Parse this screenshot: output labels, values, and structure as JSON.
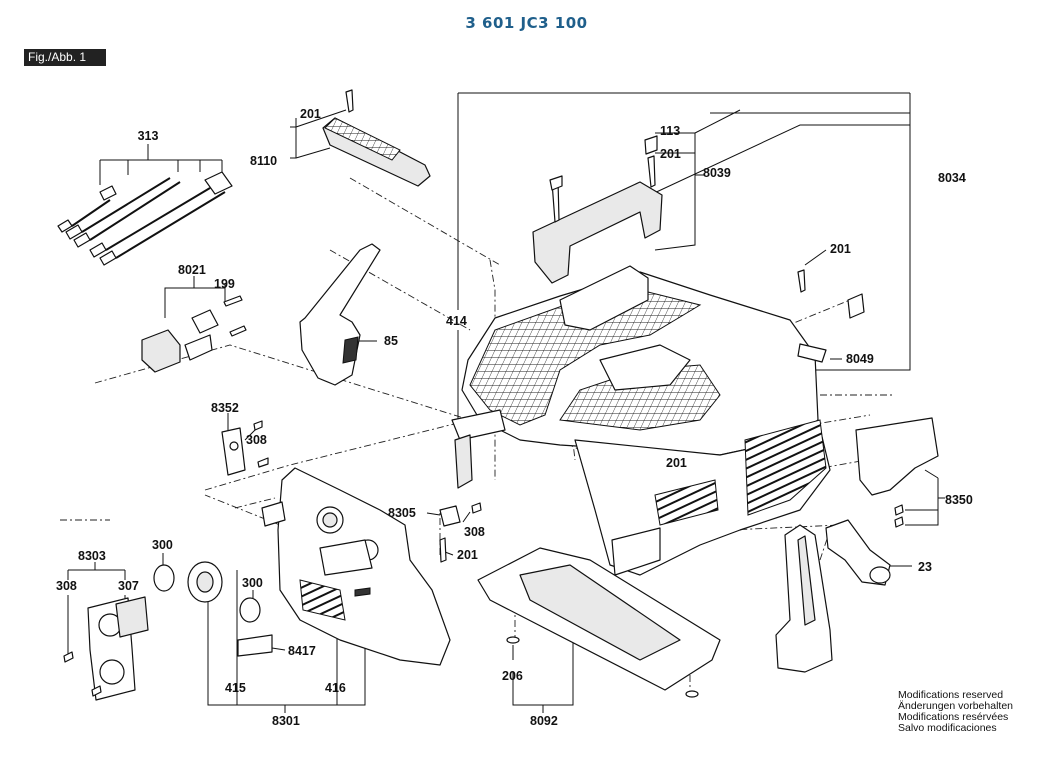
{
  "header": {
    "title": "3 601 JC3 100",
    "title_color": "#1f5f8b",
    "figure_label": "Fig./Abb. 1"
  },
  "callouts": {
    "c313": "313",
    "c201a": "201",
    "c8110": "8110",
    "c8021": "8021",
    "c199": "199",
    "c85": "85",
    "c414": "414",
    "c113": "113",
    "c201b": "201",
    "c8039": "8039",
    "c8034": "8034",
    "c201c": "201",
    "c8049": "8049",
    "c8352": "8352",
    "c308a": "308",
    "c201d": "201",
    "c8350": "8350",
    "c8305": "8305",
    "c308b": "308",
    "c201e": "201",
    "c23": "23",
    "c8303": "8303",
    "c308c": "308",
    "c307": "307",
    "c300a": "300",
    "c300b": "300",
    "c8417": "8417",
    "c415": "415",
    "c416": "416",
    "c8301": "8301",
    "c206": "206",
    "c8092": "8092"
  },
  "footer_notes": [
    "Modifications reserved",
    "Änderungen vorbehalten",
    "Modifications resérvées",
    "Salvo modificaciones"
  ]
}
